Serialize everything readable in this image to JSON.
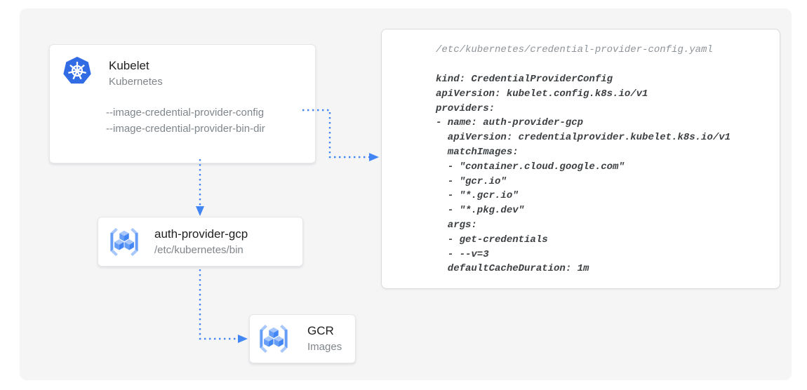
{
  "diagram": {
    "kubelet": {
      "title": "Kubelet",
      "subtitle": "Kubernetes",
      "flags": [
        "--image-credential-provider-config",
        "--image-credential-provider-bin-dir"
      ]
    },
    "auth_provider": {
      "title": "auth-provider-gcp",
      "subtitle": "/etc/kubernetes/bin"
    },
    "gcr": {
      "title": "GCR",
      "subtitle": "Images"
    }
  },
  "config_file": {
    "filename": "/etc/kubernetes/credential-provider-config.yaml",
    "lines": [
      "kind: CredentialProviderConfig",
      "apiVersion: kubelet.config.k8s.io/v1",
      "providers:",
      "- name: auth-provider-gcp",
      "  apiVersion: credentialprovider.kubelet.k8s.io/v1",
      "  matchImages:",
      "  - \"container.cloud.google.com\"",
      "  - \"gcr.io\"",
      "  - \"*.gcr.io\"",
      "  - \"*.pkg.dev\"",
      "  args:",
      "  - get-credentials",
      "  - --v=3",
      "  defaultCacheDuration: 1m"
    ]
  },
  "icons": {
    "kubelet": "kubernetes-helm-icon",
    "auth_provider": "container-registry-icon",
    "gcr": "container-registry-icon"
  },
  "colors": {
    "arrow_blue": "#4285f4",
    "kubernetes_blue": "#326ce5",
    "registry_light_blue": "#a8c7fa",
    "registry_mid_blue": "#669df6",
    "registry_dark_blue": "#4285f4",
    "stage_background": "#f5f5f6",
    "card_background": "#ffffff",
    "title_text": "#212124",
    "muted_text": "#80868b",
    "code_text": "#3c4043",
    "code_filename_text": "#8e9499"
  }
}
